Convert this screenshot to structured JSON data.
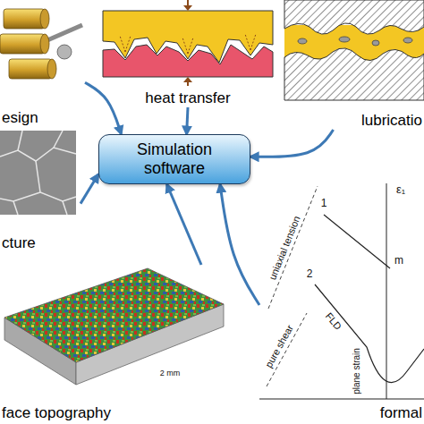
{
  "diagram": {
    "nodes": [
      {
        "text": [
          "esign"
        ]
      },
      {
        "text": [
          "heat transfer"
        ]
      },
      {
        "text": [
          "lubricatio"
        ]
      },
      {
        "text": [
          "cture"
        ]
      },
      {
        "text": [
          "Simulation software"
        ]
      },
      {
        "text": [
          "face topography"
        ]
      },
      {
        "text": [
          "formal"
        ]
      }
    ],
    "edges": [
      {
        "from": 0,
        "to": 4,
        "arrow": "to"
      },
      {
        "from": 1,
        "to": 4,
        "arrow": "to"
      },
      {
        "from": 2,
        "to": 4,
        "arrow": "to"
      },
      {
        "from": 3,
        "to": 4,
        "arrow": "to"
      },
      {
        "from": 5,
        "to": 4,
        "arrow": "to"
      },
      {
        "from": 6,
        "to": 4,
        "arrow": "to"
      }
    ],
    "labels": [
      "ε₁",
      "1",
      "uniaxial tension",
      "m",
      "2",
      "FLD",
      "pure shear",
      "plane strain",
      "2 mm"
    ]
  }
}
